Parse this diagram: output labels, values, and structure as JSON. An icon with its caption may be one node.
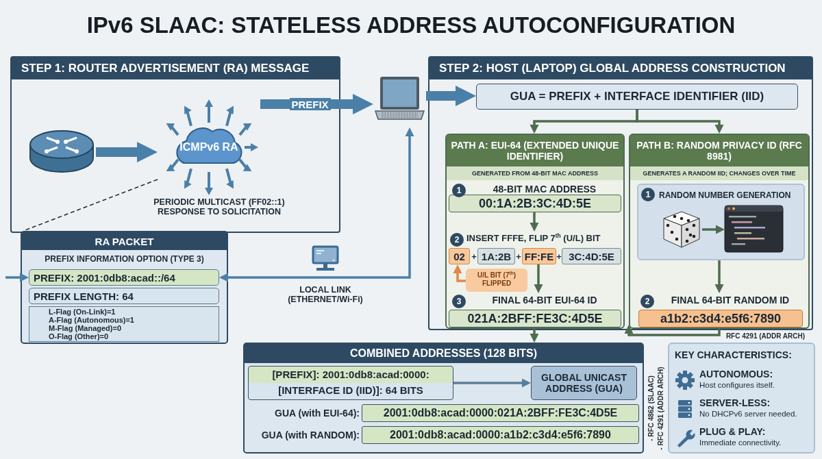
{
  "diagram": {
    "title": "IPv6 SLAAC: STATELESS ADDRESS AUTOCONFIGURATION",
    "nodes": [
      {
        "text": [
          "STEP 1: ROUTER ADVERTISEMENT (RA) MESSAGE"
        ]
      },
      {
        "text": [],
        "shape": "picture",
        "in": 0
      },
      {
        "text": [
          "ICMPv6 RA"
        ],
        "beside": [
          "PERIODIC MULTICAST (FF02::1) RESPONSE TO SOLICITATION"
        ],
        "in": 0
      },
      {
        "text": [],
        "shape": "picture"
      },
      {
        "text": [
          "STEP 2: HOST (LAPTOP) GLOBAL ADDRESS CONSTRUCTION"
        ]
      },
      {
        "text": [
          "GUA = PREFIX + INTERFACE IDENTIFIER (IID)"
        ],
        "in": 4
      },
      {
        "text": [
          "PATH A: EUI-64 (EXTENDED UNIQUE IDENTIFIER)",
          "GENERATED FROM 48-BIT MAC ADDRESS"
        ],
        "in": 4
      },
      {
        "text": [
          "1"
        ],
        "in": 6
      },
      {
        "text": [
          "48-BIT MAC ADDRESS",
          "00:1A:2B:3C:4D:5E"
        ],
        "in": 6
      },
      {
        "text": [
          "INSERT FFFE, FLIP 7$^{th}$ (U/L) BIT"
        ],
        "in": 6
      },
      {
        "text": [
          "2"
        ],
        "in": 9
      },
      {
        "text": [
          "02"
        ],
        "in": 9
      },
      {
        "text": [
          "1A:2B"
        ],
        "in": 9
      },
      {
        "text": [
          "FF:FE"
        ],
        "in": 9
      },
      {
        "text": [
          "3C:4D:5E"
        ],
        "in": 9
      },
      {
        "text": [
          "U/L BIT (7$^{th}$) FLIPPED"
        ],
        "in": 6
      },
      {
        "text": [
          "3"
        ],
        "in": 6
      },
      {
        "text": [
          "FINAL 64-BIT EUI-64 ID",
          "021A:2BFF:FE3C:4D5E"
        ],
        "in": 6
      },
      {
        "text": [
          "PATH B: RANDOM PRIVACY ID (RFC 8981)",
          "GENERATES A RANDOM IID; CHANGES OVER TIME"
        ],
        "in": 4
      },
      {
        "text": [
          "RANDOM NUMBER GENERATION"
        ],
        "in": 18
      },
      {
        "text": [
          "1"
        ],
        "in": 19
      },
      {
        "text": [],
        "shape": "picture",
        "in": 19
      },
      {
        "text": [],
        "shape": "picture",
        "in": 19
      },
      {
        "text": [
          "2"
        ],
        "in": 18
      },
      {
        "text": [
          "FINAL 64-BIT RANDOM ID",
          "a1b2:c3d4:e5f6:7890"
        ],
        "in": 18
      },
      {
        "text": [
          "RA PACKET",
          "PREFIX INFORMATION OPTION (TYPE 3)"
        ]
      },
      {
        "text": [
          "PREFIX: 2001:0db8:acad::/64"
        ],
        "in": 25
      },
      {
        "text": [
          "PREFIX LENGTH: 64"
        ],
        "in": 25
      },
      {
        "text": [
          "L-Flag (On-Link)=1",
          "A-Flag (Autonomous)=1",
          "M-Flag (Managed)=0",
          "O-Flag (Other)=0"
        ],
        "in": 25
      },
      {
        "text": [],
        "shape": "picture",
        "beside": [
          "LOCAL LINK (ETHERNET/Wi-Fi)"
        ]
      },
      {
        "text": [
          "COMBINED ADDRESSES (128 BITS)"
        ]
      },
      {
        "text": [
          "[PREFIX]: 2001:0db8:acad:0000:",
          "[INTERFACE ID (IID)]: 64 BITS"
        ],
        "in": 30
      },
      {
        "text": [
          "GLOBAL UNICAST ADDRESS (GUA)"
        ],
        "in": 30
      },
      {
        "text": [
          "2001:0db8:acad:0000:021A:2BFF:FE3C:4D5E"
        ],
        "beside": [
          "GUA (with EUI-64):"
        ],
        "in": 30
      },
      {
        "text": [
          "2001:0db8:acad:0000:a1b2:c3d4:e5f6:7890"
        ],
        "beside": [
          "GUA (with RANDOM):"
        ],
        "in": 30
      },
      {
        "text": [
          "KEY CHARACTERISTICS:",
          "AUTONOMOUS:",
          "Host configures itself.",
          "SERVER-LESS:",
          "No DHCPv6 server needed.",
          "PLUG & PLAY:",
          "Immediate connectivity."
        ]
      }
    ],
    "edges": [
      {
        "from": 1,
        "to": 2,
        "arrow": "to",
        "style": "thick",
        "color": "#4a7fa8"
      },
      {
        "from": 2,
        "to": 3,
        "arrow": "to",
        "label": "PREFIX",
        "style": "thick",
        "color": "#4a7fa8"
      },
      {
        "from": 3,
        "to": 5,
        "arrow": "to",
        "style": "thick",
        "color": "#4a7fa8"
      },
      {
        "from": 5,
        "to": 6,
        "arrow": "to"
      },
      {
        "from": 5,
        "to": 18,
        "arrow": "to"
      },
      {
        "from": 8,
        "to": 9,
        "arrow": "to"
      },
      {
        "from": 15,
        "to": 11,
        "arrow": "to",
        "color": "#e0874a"
      },
      {
        "from": 13,
        "to": 17,
        "arrow": "to"
      },
      {
        "from": 21,
        "to": 22,
        "arrow": "to"
      },
      {
        "from": 19,
        "to": 24,
        "arrow": "to"
      },
      {
        "from": 17,
        "to": 30,
        "arrow": "to"
      },
      {
        "from": 24,
        "to": 30,
        "arrow": "to"
      },
      {
        "from": 3,
        "to": 26,
        "arrow": "both",
        "color": "#4a7fa8"
      },
      {
        "from": 2,
        "to": 25,
        "arrow": "none",
        "style": "dashed",
        "color": "#222222"
      },
      {
        "from": null,
        "to": 26,
        "arrow": "to",
        "color": "#4a7fa8"
      },
      {
        "from": 31,
        "to": 32,
        "arrow": "to",
        "color": "#5a7d99"
      }
    ],
    "labels": [
      "+",
      "+",
      "+",
      "RFC 4291 (ADDR ARCH)",
      "- RFC 4862 (SLAAC)",
      "- RFC 4291 (ADDR ARCH)"
    ]
  }
}
